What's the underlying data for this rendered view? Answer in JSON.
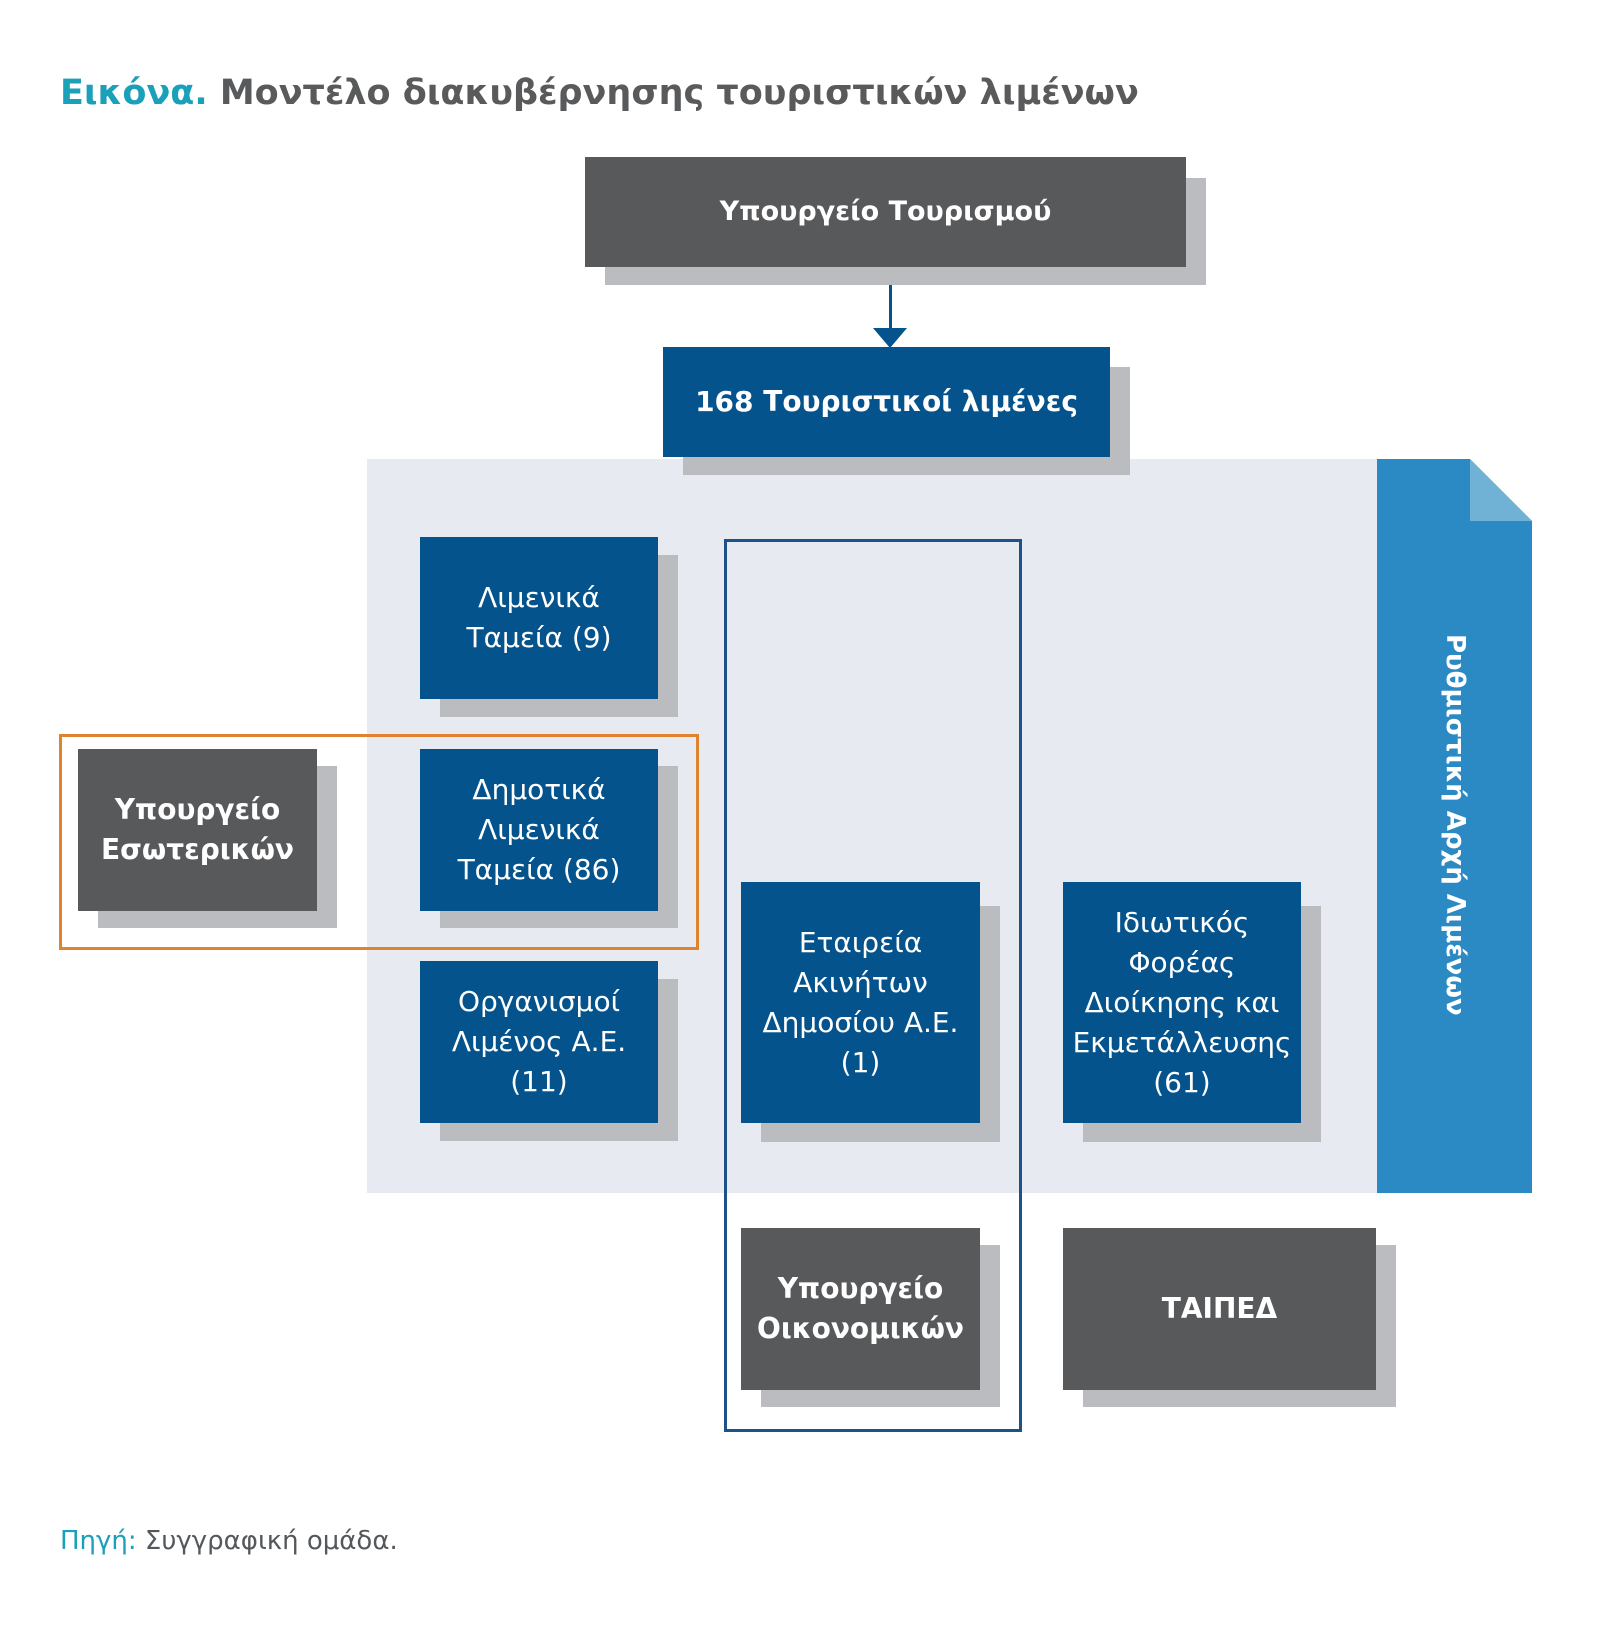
{
  "title": {
    "label": "Εικόνα.",
    "text": "Μοντέλο διακυβέρνησης τουριστικών λιμένων"
  },
  "source": {
    "label": "Πηγή:",
    "text": "Συγγραφική ομάδα."
  },
  "nodes": {
    "ministry_tourism": "Υπουργείο Τουρισμού",
    "tourist_ports": "168 Τουριστικοί λιμένες",
    "port_funds": "Λιμενικά\nΤαμεία (9)",
    "municipal_port_funds": "Δημοτικά\nΛιμενικά\nΤαμεία (86)",
    "port_organizations": "Οργανισμοί\nΛιμένος Α.Ε.\n(11)",
    "public_property_company": "Εταιρεία\nΑκινήτων\nΔημοσίου Α.Ε.\n(1)",
    "private_operator": "Ιδιωτικός\nΦορέας\nΔιοίκησης και\nΕκμετάλλευσης\n(61)",
    "ministry_interior": "Υπουργείο\nΕσωτερικών",
    "ministry_finance": "Υπουργείο\nΟικονομικών",
    "taiped": "ΤΑΙΠΕΔ",
    "regulatory_authority": "Ρυθμιστική Αρχή Λιμένων"
  },
  "colors": {
    "accent_teal": "#1aa0b8",
    "dark_blue": "#04538c",
    "dark_gray": "#58595b",
    "regulator_blue": "#2b8ac4",
    "panel_bg": "#e7ebf1",
    "highlight_orange": "#e0832f"
  }
}
